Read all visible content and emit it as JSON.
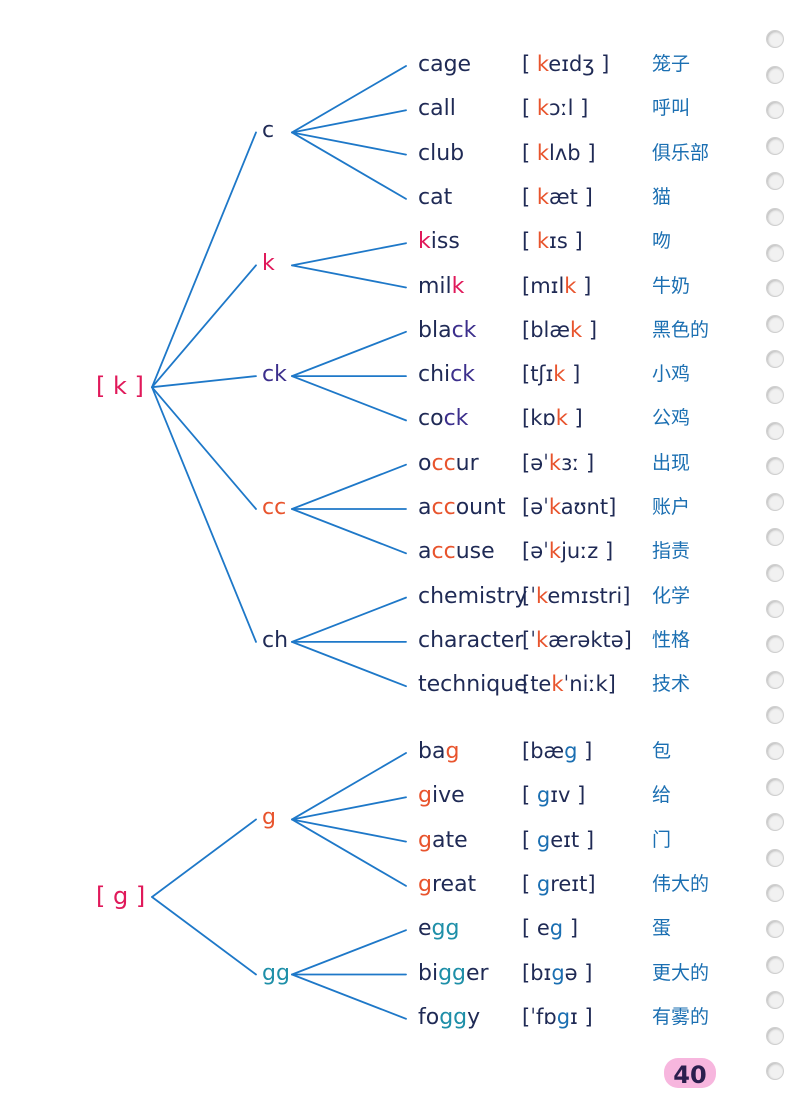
{
  "colors": {
    "line": "#1e78c8",
    "pink": "#e0195a",
    "orange": "#e8542d",
    "purple": "#3c2f8c",
    "navy": "#1f2a55",
    "blue": "#1b6fb2",
    "teal": "#1e8fa8"
  },
  "groups": [
    {
      "root": "[ k ]",
      "root_color": "#e0195a",
      "branches": [
        {
          "label": "c",
          "color": "#1f2a55",
          "words": [
            {
              "pre": "",
              "hl": "c",
              "post": "age",
              "ipa_pre": "[ ",
              "ipa_hl": "k",
              "ipa_post": "eɪdʒ ]",
              "zh": "笼子"
            },
            {
              "pre": "",
              "hl": "c",
              "post": "all",
              "ipa_pre": "[ ",
              "ipa_hl": "k",
              "ipa_post": "ɔːl ]",
              "zh": "呼叫"
            },
            {
              "pre": "",
              "hl": "c",
              "post": "lub",
              "ipa_pre": "[ ",
              "ipa_hl": "k",
              "ipa_post": "lʌb ]",
              "zh": "俱乐部"
            },
            {
              "pre": "",
              "hl": "c",
              "post": "at",
              "ipa_pre": "[ ",
              "ipa_hl": "k",
              "ipa_post": "æt ]",
              "zh": "猫"
            }
          ]
        },
        {
          "label": "k",
          "color": "#e0195a",
          "words": [
            {
              "pre": "",
              "hl": "k",
              "post": "iss",
              "ipa_pre": "[ ",
              "ipa_hl": "k",
              "ipa_post": "ɪs ]",
              "zh": "吻"
            },
            {
              "pre": "mil",
              "hl": "k",
              "post": "",
              "ipa_pre": "[mɪl",
              "ipa_hl": "k",
              "ipa_post": " ]",
              "zh": "牛奶"
            }
          ]
        },
        {
          "label": "ck",
          "color": "#3c2f8c",
          "words": [
            {
              "pre": "bla",
              "hl": "ck",
              "post": "",
              "ipa_pre": "[blæ",
              "ipa_hl": "k",
              "ipa_post": " ]",
              "zh": "黑色的"
            },
            {
              "pre": "chi",
              "hl": "ck",
              "post": "",
              "ipa_pre": "[tʃɪ",
              "ipa_hl": "k",
              "ipa_post": " ]",
              "zh": "小鸡"
            },
            {
              "pre": "co",
              "hl": "ck",
              "post": "",
              "ipa_pre": "[kɒ",
              "ipa_hl": "k",
              "ipa_post": " ]",
              "zh": "公鸡"
            }
          ]
        },
        {
          "label": "cc",
          "color": "#e8542d",
          "words": [
            {
              "pre": "o",
              "hl": "cc",
              "post": "ur",
              "ipa_pre": "[əˈ",
              "ipa_hl": "k",
              "ipa_post": "ɜː ]",
              "zh": "出现"
            },
            {
              "pre": "a",
              "hl": "cc",
              "post": "ount",
              "ipa_pre": "[əˈ",
              "ipa_hl": "k",
              "ipa_post": "aʊnt]",
              "zh": "账户"
            },
            {
              "pre": "a",
              "hl": "cc",
              "post": "use",
              "ipa_pre": "[əˈ",
              "ipa_hl": "k",
              "ipa_post": "juːz ]",
              "zh": "指责"
            }
          ]
        },
        {
          "label": "ch",
          "color": "#1f2a55",
          "words": [
            {
              "pre": "",
              "hl": "ch",
              "post": "emistry",
              "ipa_pre": "[ˈ",
              "ipa_hl": "k",
              "ipa_post": "emɪstri]",
              "zh": "化学"
            },
            {
              "pre": "",
              "hl": "ch",
              "post": "aracter",
              "ipa_pre": "[ˈ",
              "ipa_hl": "k",
              "ipa_post": "ærəktə]",
              "zh": "性格"
            },
            {
              "pre": "te",
              "hl": "ch",
              "post": "nique",
              "ipa_pre": "[te",
              "ipa_hl": "k",
              "ipa_post": "ˈniːk]",
              "zh": "技术"
            }
          ]
        }
      ]
    },
    {
      "root": "[ g ]",
      "root_color": "#e0195a",
      "branches": [
        {
          "label": "g",
          "color": "#e8542d",
          "words": [
            {
              "pre": "ba",
              "hl": "g",
              "post": "",
              "ipa_pre": "[bæ",
              "ipa_hl": "g",
              "ipa_post": " ]",
              "zh": "包"
            },
            {
              "pre": "",
              "hl": "g",
              "post": "ive",
              "ipa_pre": "[ ",
              "ipa_hl": "g",
              "ipa_post": "ɪv ]",
              "zh": "给"
            },
            {
              "pre": "",
              "hl": "g",
              "post": "ate",
              "ipa_pre": "[ ",
              "ipa_hl": "g",
              "ipa_post": "eɪt ]",
              "zh": "门"
            },
            {
              "pre": "",
              "hl": "g",
              "post": "reat",
              "ipa_pre": "[ ",
              "ipa_hl": "g",
              "ipa_post": "reɪt]",
              "zh": "伟大的"
            }
          ]
        },
        {
          "label": "gg",
          "color": "#1e8fa8",
          "words": [
            {
              "pre": "e",
              "hl": "gg",
              "post": "",
              "ipa_pre": "[ e",
              "ipa_hl": "g",
              "ipa_post": " ]",
              "zh": "蛋"
            },
            {
              "pre": "bi",
              "hl": "gg",
              "post": "er",
              "ipa_pre": "[bɪ",
              "ipa_hl": "g",
              "ipa_post": "ə ]",
              "zh": "更大的"
            },
            {
              "pre": "fo",
              "hl": "gg",
              "post": "y",
              "ipa_pre": "[ˈfɒ",
              "ipa_hl": "g",
              "ipa_post": "ɪ ]",
              "zh": "有雾的"
            }
          ]
        }
      ]
    }
  ],
  "page_number": "40"
}
